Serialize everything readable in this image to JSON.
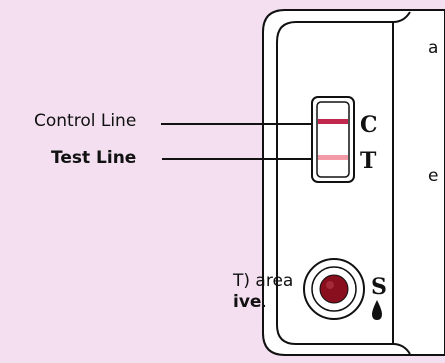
{
  "side_text": {
    "fragment_1": "a",
    "fragment_2": "e",
    "fragment_3": "T) area",
    "fragment_4": "ive",
    "fragment_4_period": "."
  },
  "labels": {
    "control_line": "Control Line",
    "test_line": "Test Line"
  },
  "device": {
    "window_letters": {
      "control": "C",
      "test": "T"
    },
    "sample_letter": "S"
  },
  "colors": {
    "background": "#f3dff0",
    "device_body": "#ffffff",
    "outline": "#111111",
    "control_band": "#c0294d",
    "test_band": "#f39aa8",
    "sample_well": "#8a0f1e"
  },
  "icons": [
    "drop-icon"
  ]
}
